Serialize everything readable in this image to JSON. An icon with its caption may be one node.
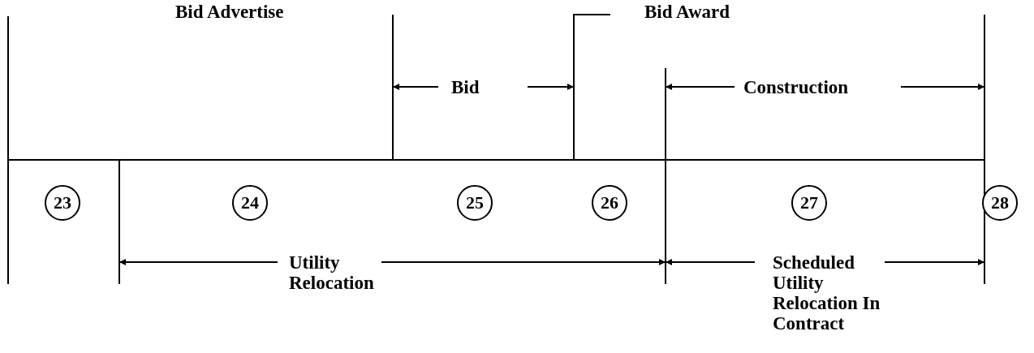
{
  "diagram": {
    "nodes": [
      {
        "text": [
          "23"
        ]
      },
      {
        "text": [
          "24"
        ]
      },
      {
        "text": [
          "25"
        ]
      },
      {
        "text": [
          "26"
        ]
      },
      {
        "text": [
          "27"
        ]
      },
      {
        "text": [
          "28"
        ]
      }
    ],
    "labels": [
      "Bid Advertise",
      "Bid Award",
      "Bid",
      "Construction",
      "Utility Relocation",
      "Scheduled Utility Relocation In Contract"
    ]
  }
}
